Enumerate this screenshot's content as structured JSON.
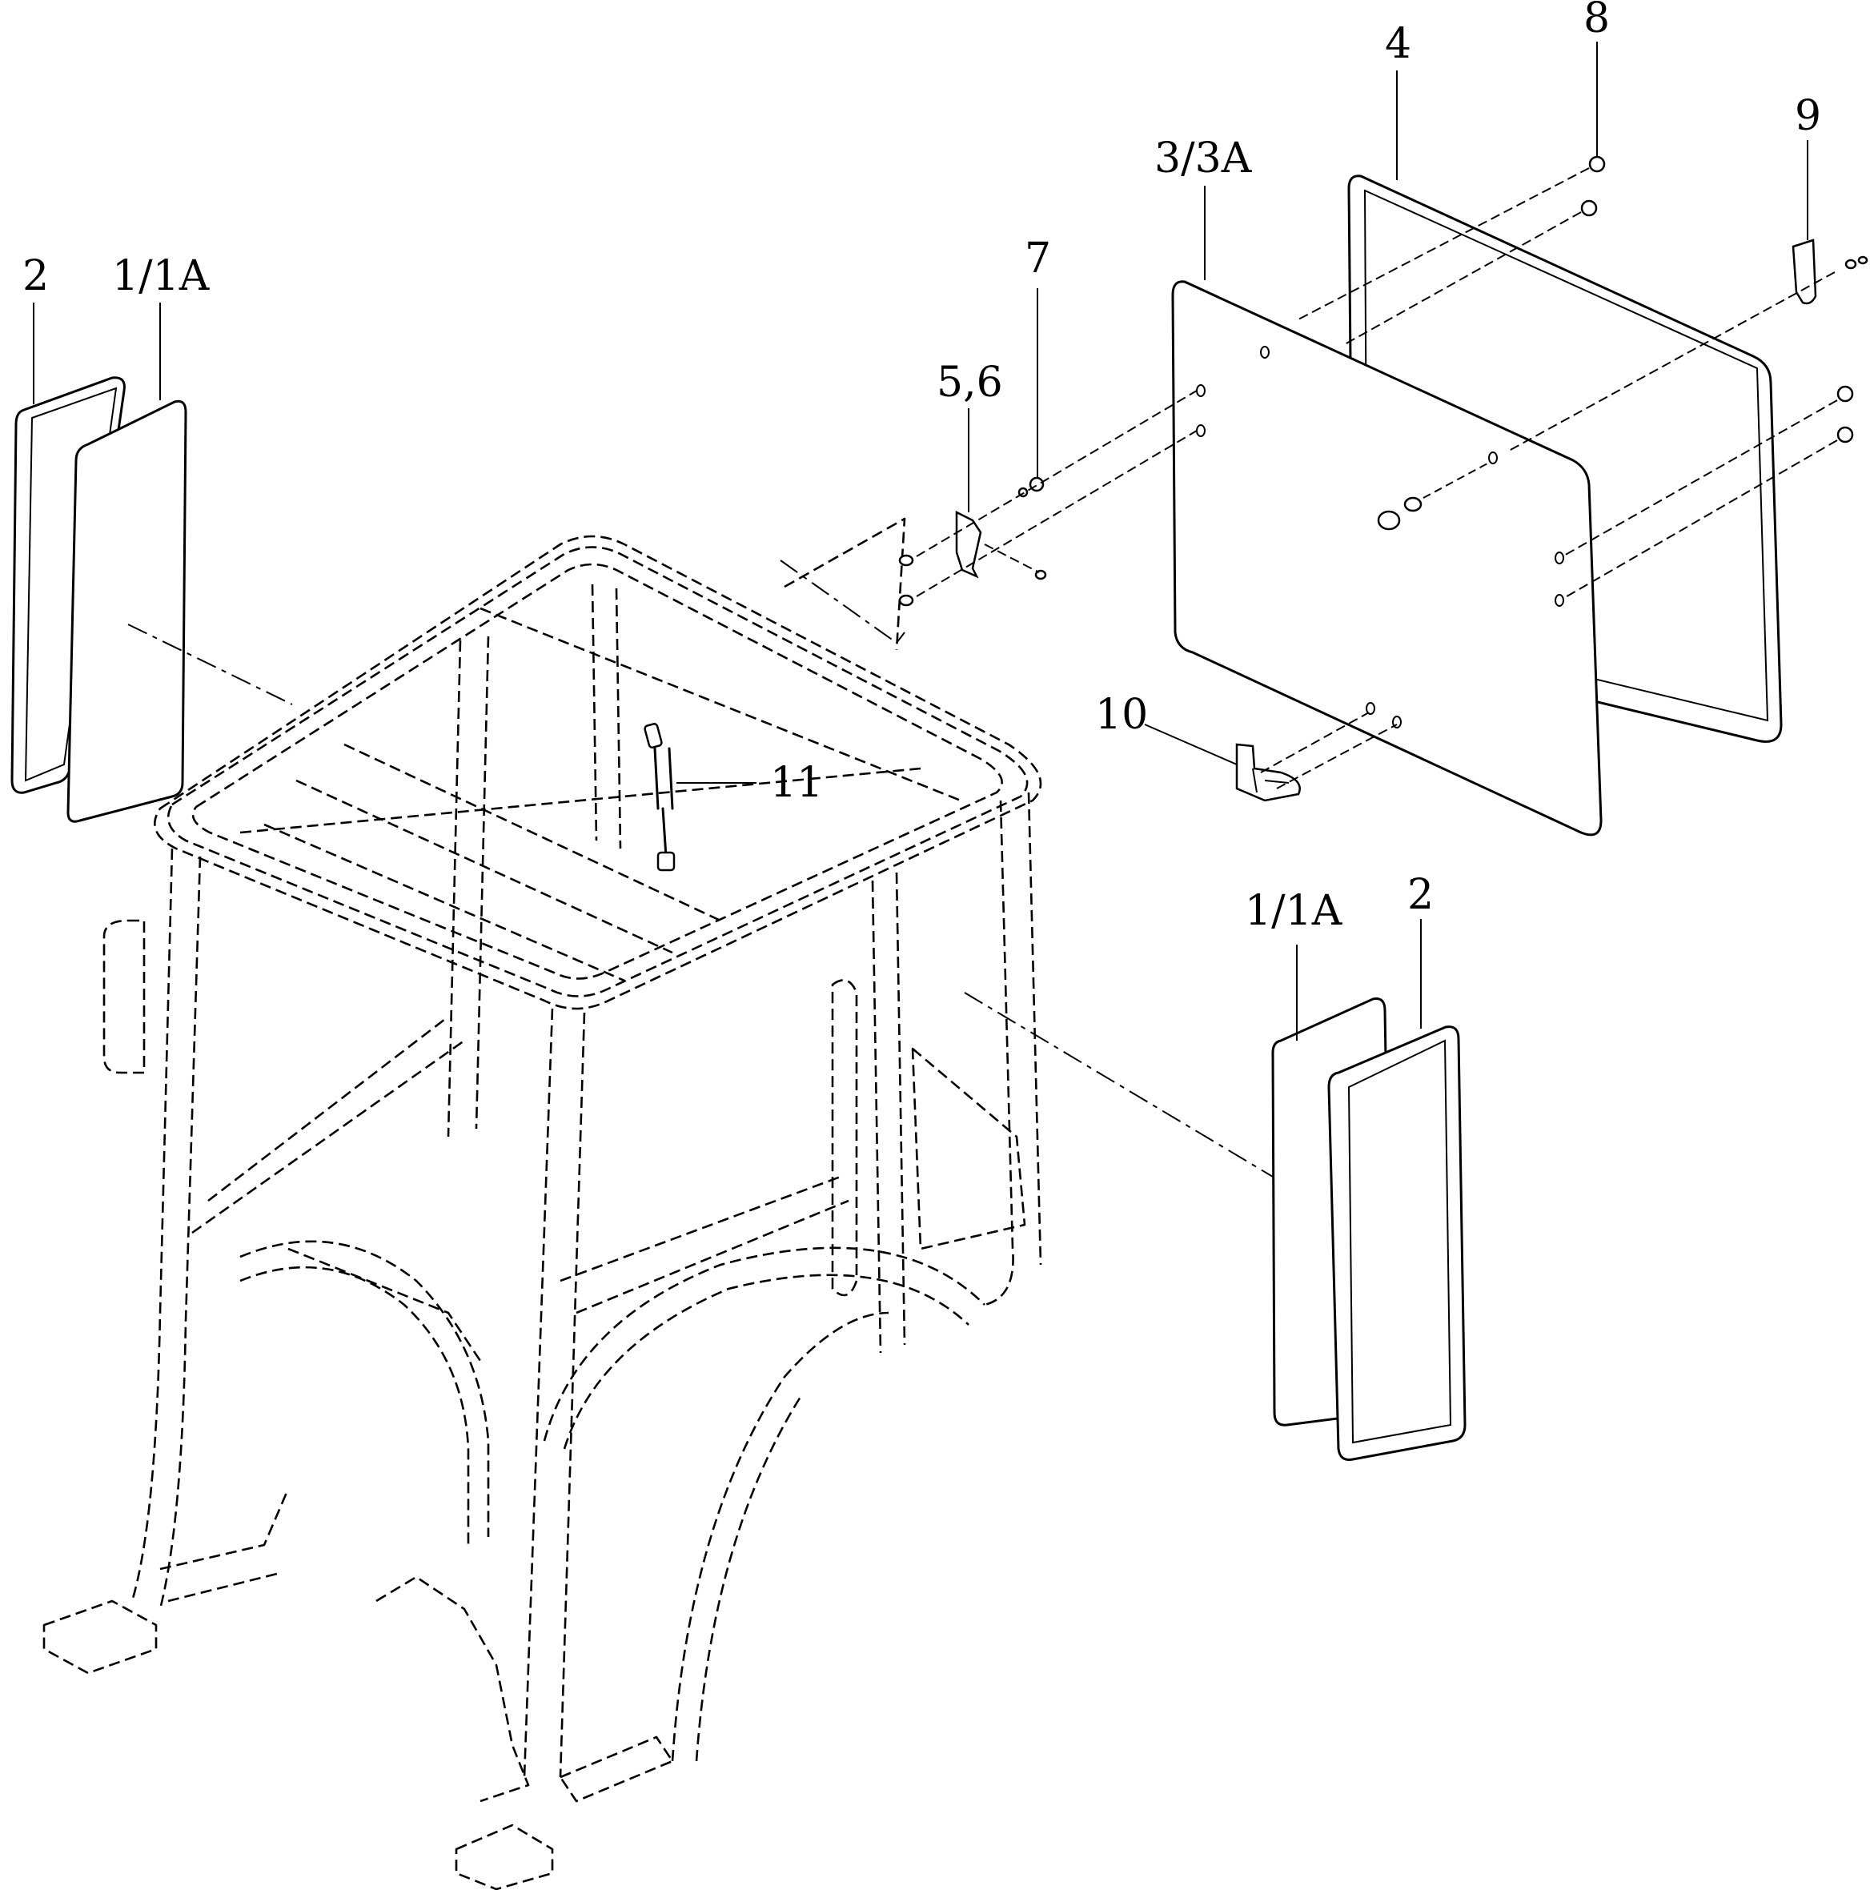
{
  "callouts": {
    "c_2_left": "2",
    "c_1_1a_left": "1/1A",
    "c_5_6": "5,6",
    "c_7": "7",
    "c_3_3a": "3/3A",
    "c_4": "4",
    "c_8": "8",
    "c_9": "9",
    "c_10": "10",
    "c_11": "11",
    "c_1_1a_right": "1/1A",
    "c_2_right": "2"
  }
}
